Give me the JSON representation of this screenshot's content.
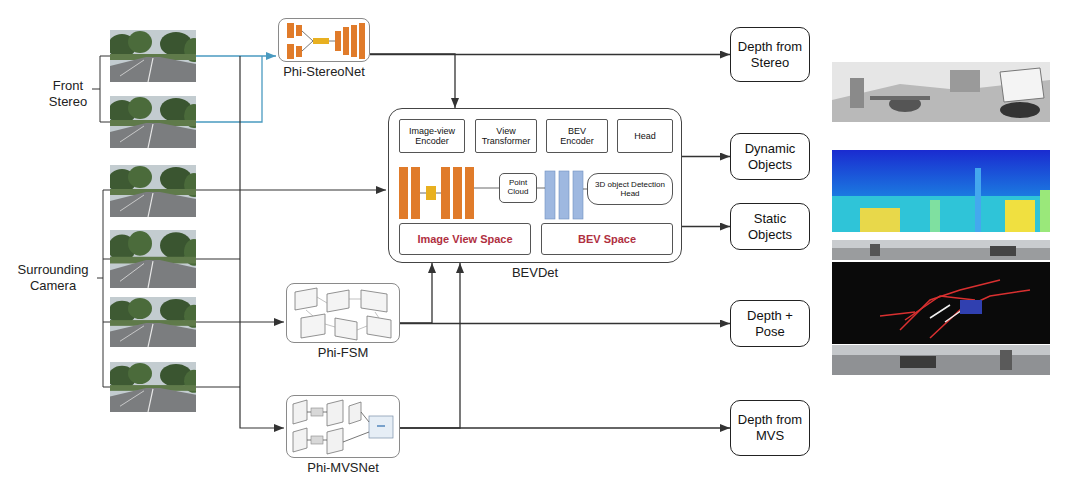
{
  "diagram": {
    "nodes": [
      {
        "text": [
          "Phi-StereoNet"
        ]
      },
      {
        "text": [
          "BEVDet"
        ]
      },
      {
        "text": [
          "Image-view Encoder"
        ],
        "in": 1
      },
      {
        "text": [
          "View Transformer"
        ],
        "in": 1
      },
      {
        "text": [
          "BEV Encoder"
        ],
        "in": 1
      },
      {
        "text": [
          "Head"
        ],
        "in": 1
      },
      {
        "text": [
          "Point Cloud"
        ],
        "in": 1
      },
      {
        "text": [
          "3D object Detection Head"
        ],
        "in": 1
      },
      {
        "text": [
          "Image View Space"
        ],
        "in": 1
      },
      {
        "text": [
          "BEV Space"
        ],
        "in": 1
      },
      {
        "text": [
          "Phi-FSM"
        ]
      },
      {
        "text": [
          "Phi-MVSNet"
        ]
      },
      {
        "text": [
          "Depth from Stereo"
        ]
      },
      {
        "text": [
          "Dynamic Objects"
        ]
      },
      {
        "text": [
          "Static Objects"
        ]
      },
      {
        "text": [
          "Depth + Pose"
        ]
      },
      {
        "text": [
          "Depth from MVS"
        ]
      }
    ],
    "edges": [
      {
        "from": 0,
        "to": 12,
        "arrow": "to"
      },
      {
        "from": 0,
        "to": 1,
        "arrow": "to"
      },
      {
        "from": 1,
        "to": 13,
        "arrow": "to"
      },
      {
        "from": 1,
        "to": 14,
        "arrow": "to"
      },
      {
        "from": 10,
        "to": 1,
        "arrow": "to"
      },
      {
        "from": 10,
        "to": 15,
        "arrow": "to"
      },
      {
        "from": 11,
        "to": 1,
        "arrow": "to"
      },
      {
        "from": 11,
        "to": 16,
        "arrow": "to"
      }
    ],
    "labels": [
      "Front Stereo",
      "Surrounding Camera"
    ]
  }
}
